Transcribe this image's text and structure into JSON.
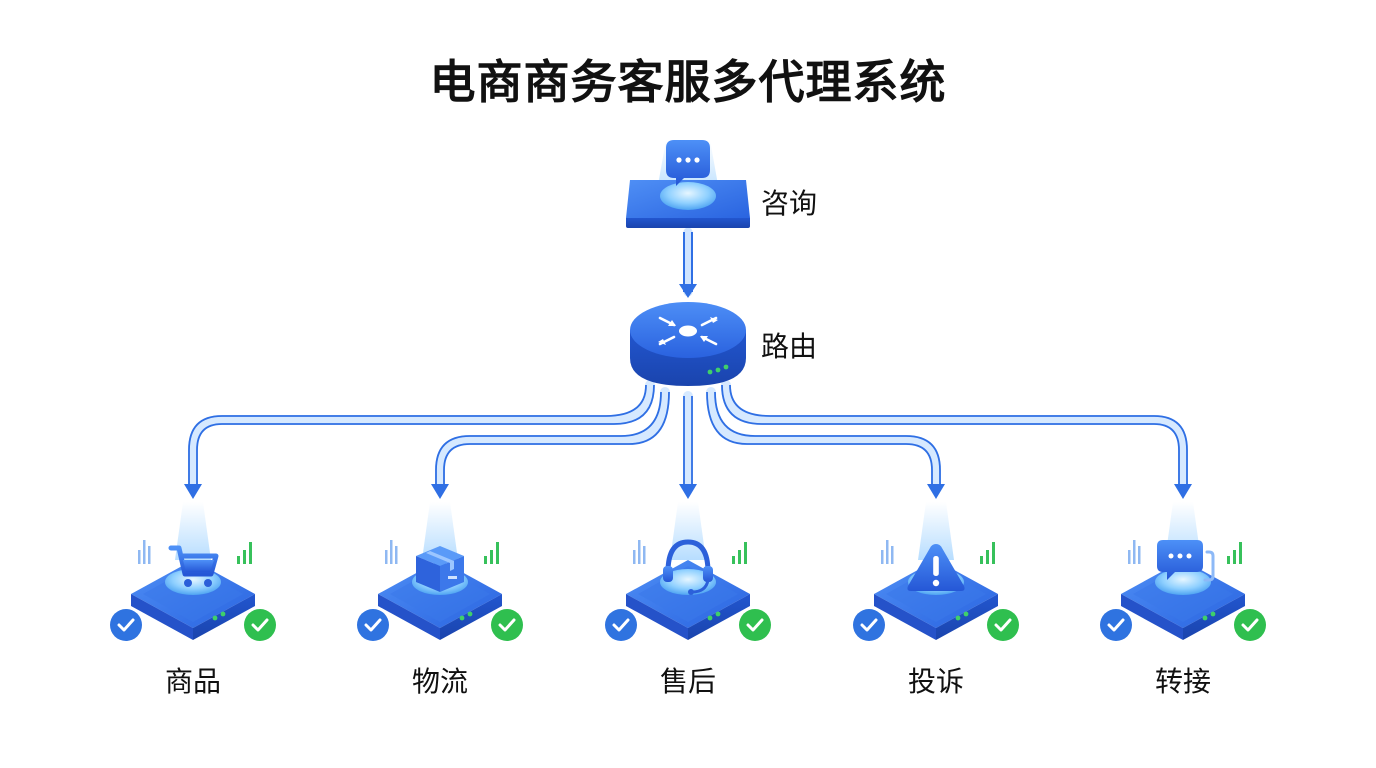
{
  "title": "电商商务客服多代理系统",
  "colors": {
    "primary": "#2f6fe4",
    "primary_dark": "#1d4fc4",
    "glow": "#9fd2ff",
    "check_blue": "#2f73e0",
    "check_green": "#2fbf4f",
    "signal_green": "#37c15b"
  },
  "nodes": {
    "consult": {
      "label": "咨询",
      "icon": "chat-bubble-icon"
    },
    "router": {
      "label": "路由",
      "icon": "router-arrows-icon"
    }
  },
  "agents": [
    {
      "label": "商品",
      "icon": "shopping-cart-icon"
    },
    {
      "label": "物流",
      "icon": "package-box-icon"
    },
    {
      "label": "售后",
      "icon": "headset-icon"
    },
    {
      "label": "投诉",
      "icon": "warning-triangle-icon"
    },
    {
      "label": "转接",
      "icon": "transfer-chat-icon"
    }
  ]
}
